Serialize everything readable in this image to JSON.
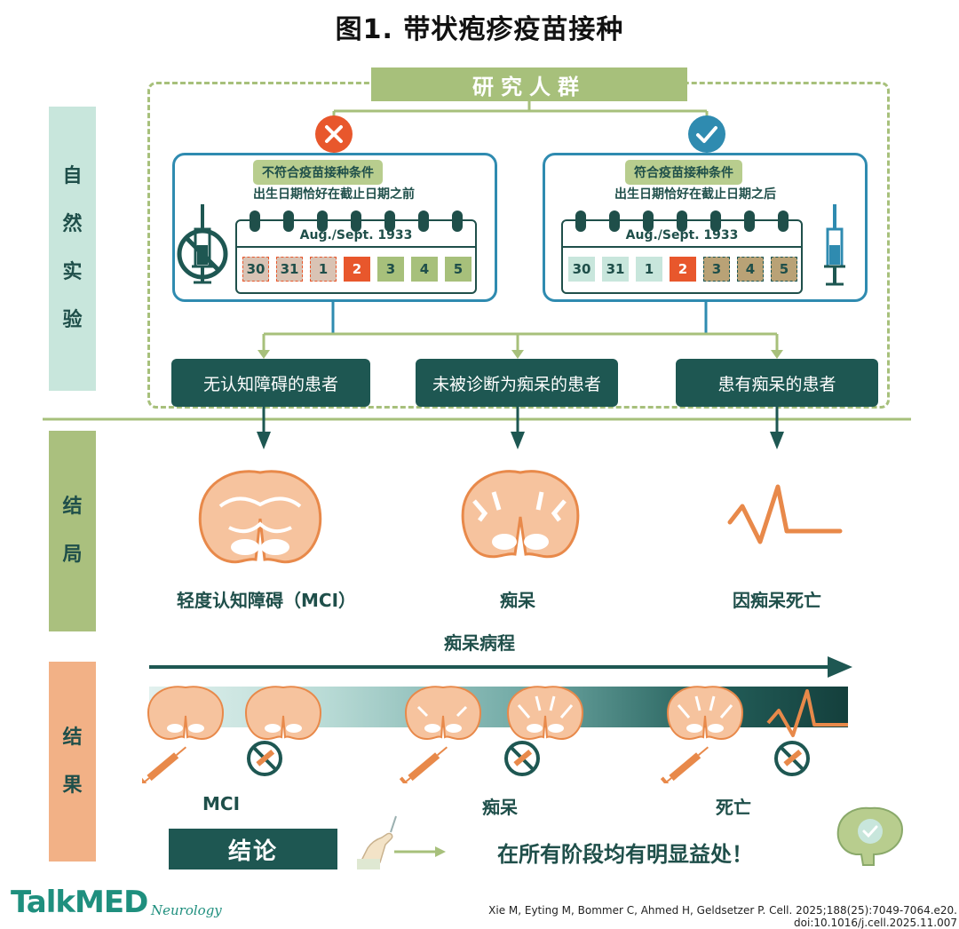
{
  "title": "图1. 带状疱疹疫苗接种",
  "sections": {
    "natural": "自然实验",
    "outcome": "结局",
    "result": "结果"
  },
  "population": "研究人群",
  "ineligible": {
    "badge": "不符合疫苗接种条件",
    "sub": "出生日期恰好在截止日期之前"
  },
  "eligible": {
    "badge": "符合疫苗接种条件",
    "sub": "出生日期恰好在截止日期之后"
  },
  "calendar": {
    "month": "Aug./Sept. 1933",
    "days": [
      "30",
      "31",
      "1",
      "2",
      "3",
      "4",
      "5"
    ]
  },
  "groups": [
    "无认知障碍的患者",
    "未被诊断为痴呆的患者",
    "患有痴呆的患者"
  ],
  "outcomes": [
    "轻度认知障碍（MCI）",
    "痴呆",
    "因痴呆死亡"
  ],
  "course_label": "痴呆病程",
  "stages": [
    "MCI",
    "痴呆",
    "死亡"
  ],
  "conclusion": {
    "label": "结论",
    "text": "在所有阶段均有明显益处！"
  },
  "logo": "TalkMED",
  "logo_sub": "Neurology",
  "citation": "Xie M, Eyting M, Bommer C, Ahmed H, Geldsetzer P. Cell. 2025;188(25):7049-7064.e20. doi:10.1016/j.cell.2025.11.007",
  "colors": {
    "dark_teal": "#1e5752",
    "green": "#a7c07b",
    "blue": "#2f8bb0",
    "orange": "#e8894a",
    "red": "#e8572c"
  }
}
